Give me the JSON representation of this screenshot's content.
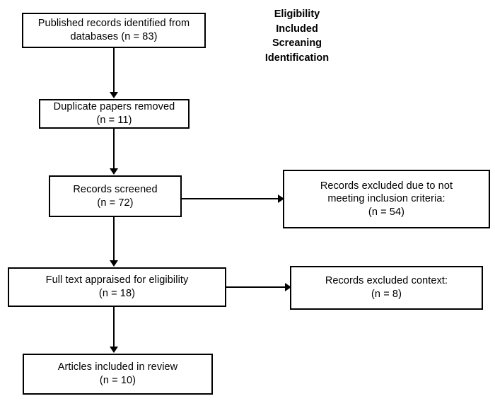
{
  "diagram": {
    "type": "prisma-flow-diagram",
    "title": "",
    "colors": {
      "background": "#ffffff",
      "box_border": "#000000",
      "text": "#000000",
      "connector": "#000000"
    },
    "stage_labels": [
      {
        "label": "Eligibility"
      },
      {
        "label": "Included"
      },
      {
        "label": "Screaning"
      },
      {
        "label": "Identification"
      }
    ],
    "boxes": [
      {
        "id": "identification",
        "text": "Published records identified from\ndatabases (n = 83)",
        "line1": "Published records identified from",
        "line2": "databases (n = 83)",
        "count": 83
      },
      {
        "id": "duplicates",
        "text": "Duplicate papers removed\n(n = 11)",
        "line1": "Duplicate papers removed",
        "line2": "(n = 11)",
        "count": 11
      },
      {
        "id": "screened",
        "text": "Records screened\n(n = 72)",
        "line1": "Records screened",
        "line2": "(n = 72)",
        "count": 72
      },
      {
        "id": "excluded-criteria",
        "text": "Records excluded due to not\nmeeting inclusion criteria:\n(n = 54)",
        "line1": "Records excluded due to not",
        "line2": "meeting inclusion criteria:",
        "line3": "(n = 54)",
        "count": 54
      },
      {
        "id": "fulltext",
        "text": "Full text appraised for eligibility\n(n = 18)",
        "line1": "Full text appraised for eligibility",
        "line2": "(n = 18)",
        "count": 18
      },
      {
        "id": "excluded-context",
        "text": "Records excluded context:\n(n = 8)",
        "line1": "Records excluded context:",
        "line2": "(n = 8)",
        "count": 8
      },
      {
        "id": "included",
        "text": "Articles included in review\n(n = 10)",
        "line1": "Articles included in review",
        "line2": "(n = 10)",
        "count": 10
      }
    ]
  }
}
